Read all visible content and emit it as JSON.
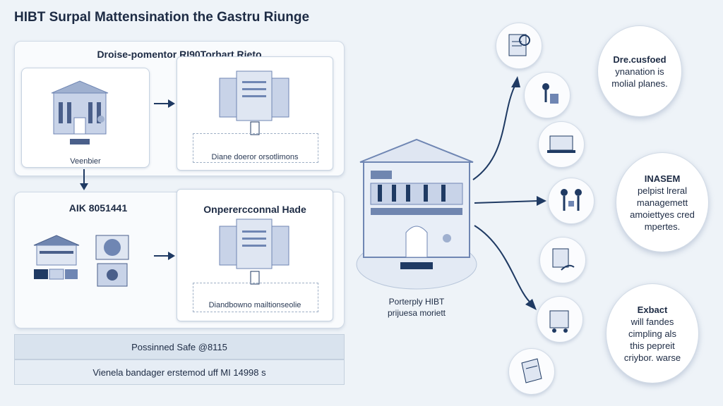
{
  "title": "HIBT Surpal Mattensination the Gastru Riunge",
  "panel_top": {
    "title": "Droise-pomentor RI90Torhart Rieto",
    "left_caption": "Veenbier",
    "right_caption": "Diane doeror orsotlimons"
  },
  "panel_bottom": {
    "left_title": "AIK 8051441",
    "right_title": "Onperercconnal Hade",
    "right_caption": "Diandbowno mailtionseolie"
  },
  "bars": {
    "first": "Possinned Safe @8115",
    "second": "Vienela bandager erstemod uff MI 14998 s"
  },
  "center": {
    "line1": "Porterply HIBT",
    "line2": "prijuesa moriett"
  },
  "bubbles": {
    "top": {
      "l1": "Dre.cusfoed",
      "l2": "ynanation is",
      "l3": "molial planes."
    },
    "middle": {
      "l1": "INASEM",
      "l2": "pelpist lreral",
      "l3": "managemett",
      "l4": "amoiettyes cred",
      "l5": "mpertes."
    },
    "bottom": {
      "l1": "Exbact",
      "l2": "will fandes",
      "l3": "cimpling als",
      "l4": "this pepreit",
      "l5": "criybor. warse"
    }
  },
  "icons": [
    "document-glasses-icon",
    "traveler-icon",
    "laptop-icon",
    "two-people-icon",
    "hand-document-icon",
    "travel-cart-icon",
    "brochure-icon"
  ],
  "colors": {
    "accent": "#1f3a63",
    "icon": "#6f86b3",
    "panel_bg": "#f9fbfd",
    "page_bg": "#eef3f8"
  }
}
